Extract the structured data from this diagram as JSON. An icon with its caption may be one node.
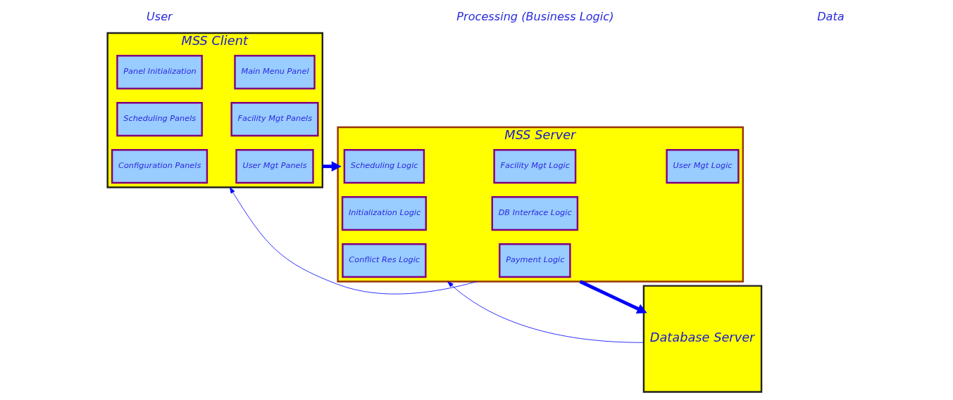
{
  "diagram": {
    "nodes": [
      {
        "text": [
          "MSS Client"
        ]
      },
      {
        "text": [
          "Panel Initialization"
        ],
        "in": 0
      },
      {
        "text": [
          "Main Menu Panel"
        ],
        "in": 0
      },
      {
        "text": [
          "Scheduling Panels"
        ],
        "in": 0
      },
      {
        "text": [
          "Facility Mgt Panels"
        ],
        "in": 0
      },
      {
        "text": [
          "Configuration Panels"
        ],
        "in": 0
      },
      {
        "text": [
          "User Mgt Panels"
        ],
        "in": 0
      },
      {
        "text": [
          "MSS Server"
        ]
      },
      {
        "text": [
          "Scheduling Logic"
        ],
        "in": 7
      },
      {
        "text": [
          "Facility Mgt Logic"
        ],
        "in": 7
      },
      {
        "text": [
          "User Mgt Logic"
        ],
        "in": 7
      },
      {
        "text": [
          "Initialization Logic"
        ],
        "in": 7
      },
      {
        "text": [
          "DB Interface Logic"
        ],
        "in": 7
      },
      {
        "text": [
          "Conflict Res Logic"
        ],
        "in": 7
      },
      {
        "text": [
          "Payment Logic"
        ],
        "in": 7
      },
      {
        "text": [
          "Database Server"
        ]
      }
    ],
    "edges": [
      {
        "from": 0,
        "to": 7,
        "arrow": "to",
        "style": "thick"
      },
      {
        "from": 7,
        "to": 0,
        "arrow": "to"
      },
      {
        "from": 7,
        "to": 15,
        "arrow": "to",
        "style": "thick"
      },
      {
        "from": 15,
        "to": 7,
        "arrow": "to"
      }
    ],
    "labels": [
      "User",
      "Processing (Business Logic)",
      "Data"
    ]
  }
}
